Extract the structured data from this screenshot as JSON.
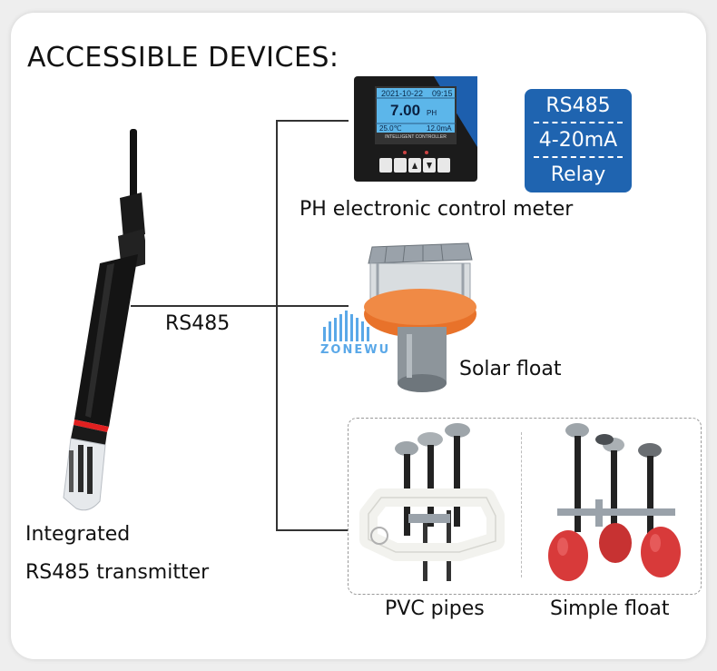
{
  "title": "ACCESSIBLE DEVICES:",
  "transmitter": {
    "line1": "Integrated",
    "line2": "RS485 transmitter"
  },
  "connection_label": "RS485",
  "devices": {
    "meter": {
      "label": "PH electronic control meter",
      "screen_date": "2021-10-22",
      "screen_time": "09:15",
      "screen_value": "7.00",
      "screen_unit": "PH",
      "screen_temp": "25.0℃",
      "screen_current": "12.0mA",
      "screen_caption": "INTELLIGENT CONTROLLER"
    },
    "outputs": [
      "RS485",
      "4-20mA",
      "Relay"
    ],
    "solar_float": "Solar float",
    "pvc_pipes": "PVC pipes",
    "simple_float": "Simple float"
  },
  "watermark": "ZONEWU",
  "colors": {
    "badge": "#1f64b0",
    "float_orange": "#e8722a",
    "pvc_white": "#f2f2ee",
    "buoy_red": "#d83a3a"
  }
}
